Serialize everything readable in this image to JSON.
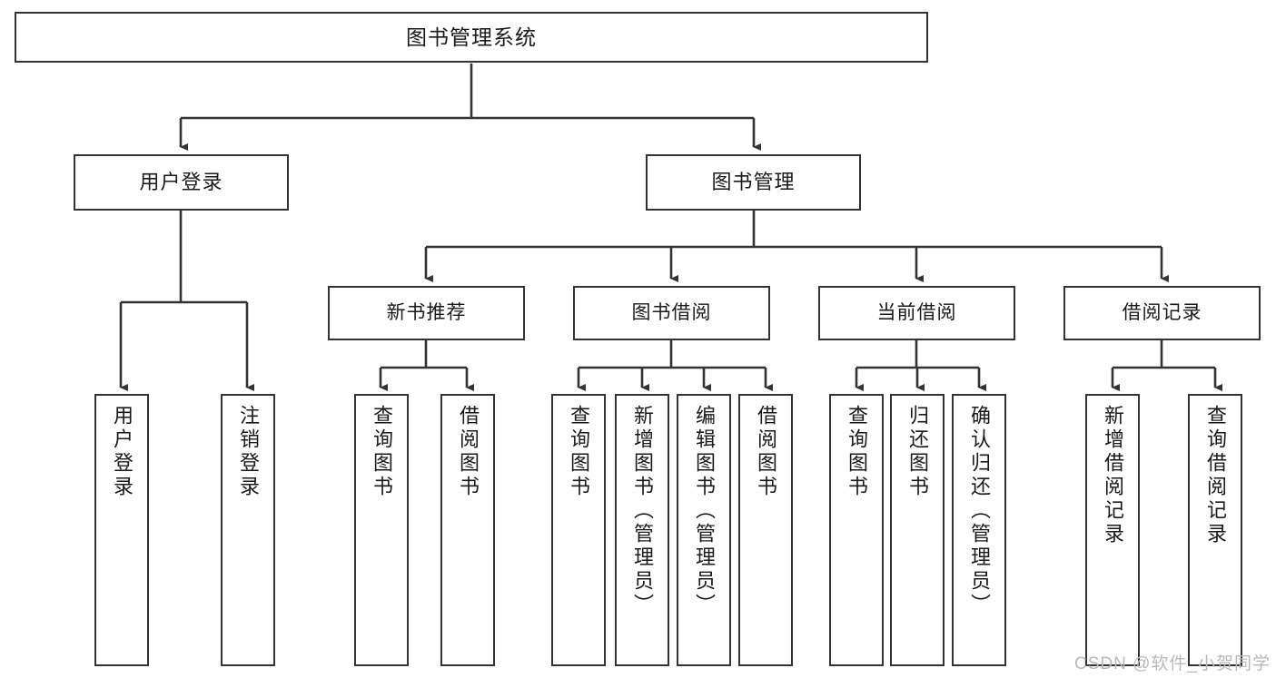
{
  "diagram": {
    "title": "图书管理系统",
    "type": "tree-hierarchy-chart",
    "watermark": "CSDN @软件_小贺同学",
    "colors": {
      "box_border": "#333333",
      "box_fill": "#ffffff",
      "edge": "#333333",
      "text": "#1a1a1a",
      "watermark": "#b9b9b9",
      "background": "#ffffff"
    },
    "root": {
      "label": "图书管理系统"
    },
    "level2": [
      {
        "label": "用户登录"
      },
      {
        "label": "图书管理"
      }
    ],
    "level3": [
      {
        "label": "新书推荐"
      },
      {
        "label": "图书借阅"
      },
      {
        "label": "当前借阅"
      },
      {
        "label": "借阅记录"
      }
    ],
    "leaves": {
      "user_login": [
        {
          "label": "用户登录"
        },
        {
          "label": "注销登录"
        }
      ],
      "new_book_recommend": [
        {
          "label": "查询图书"
        },
        {
          "label": "借阅图书"
        }
      ],
      "book_borrow": [
        {
          "label": "查询图书"
        },
        {
          "label": "新增图书（管理员）"
        },
        {
          "label": "编辑图书（管理员）"
        },
        {
          "label": "借阅图书"
        }
      ],
      "current_borrow": [
        {
          "label": "查询图书"
        },
        {
          "label": "归还图书"
        },
        {
          "label": "确认归还（管理员）"
        }
      ],
      "borrow_record": [
        {
          "label": "新增借阅记录"
        },
        {
          "label": "查询借阅记录"
        }
      ]
    }
  }
}
